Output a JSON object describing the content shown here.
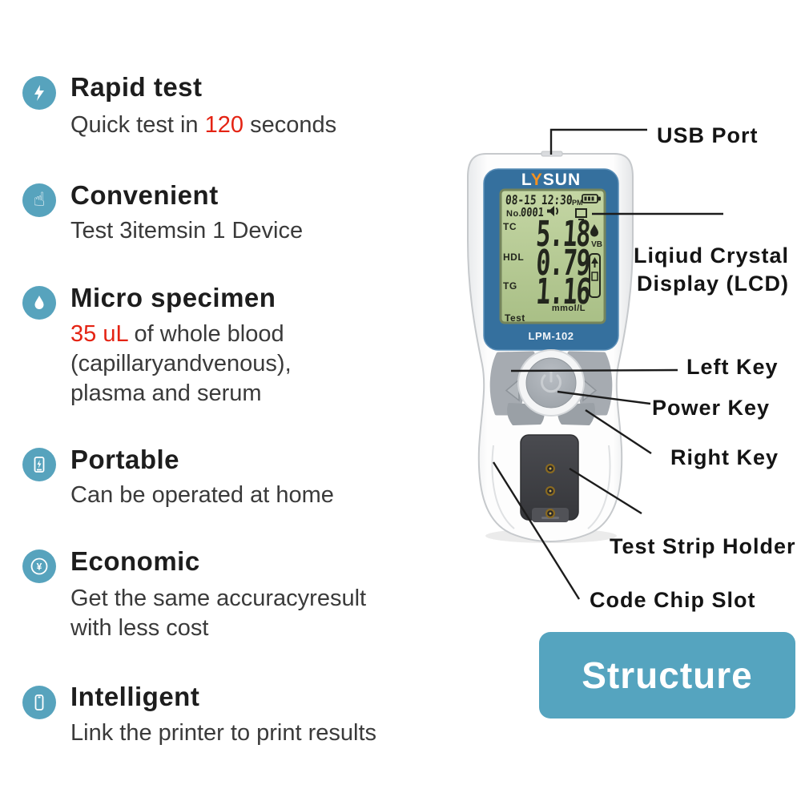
{
  "colors": {
    "accent_teal": "#55a4bf",
    "device_blue": "#35709e",
    "lcd_green": "#b9cd97",
    "highlight_red": "#e42313",
    "logo_orange": "#f59120"
  },
  "features": [
    {
      "icon": "lightning-icon",
      "title": "Rapid test",
      "line1_pre": "Quick test in ",
      "line1_red": "120",
      "line1_post": " seconds"
    },
    {
      "icon": "tap-icon",
      "title": "Convenient",
      "line1": "Test 3itemsin 1 Device"
    },
    {
      "icon": "droplet-icon",
      "title": "Micro specimen",
      "line1_red": "35 uL",
      "line1_post": " of whole blood",
      "line2": "(capillaryandvenous),",
      "line3": "plasma and serum"
    },
    {
      "icon": "meter-icon",
      "title": "Portable",
      "line1": "Can be operated at home"
    },
    {
      "icon": "coin-icon",
      "title": "Economic",
      "line1": "Get the same accuracyresult",
      "line2": "with less cost"
    },
    {
      "icon": "phone-icon",
      "title": "Intelligent",
      "line1": "Link the printer to print results"
    }
  ],
  "icon_glyphs": {
    "tap": "☝",
    "yen": "¥"
  },
  "callouts": {
    "usb": "USB Port",
    "lcd_line1": "Liqiud Crystal",
    "lcd_line2": "Display (LCD)",
    "left_key": "Left Key",
    "power_key": "Power Key",
    "right_key": "Right Key",
    "strip": "Test Strip Holder",
    "chip": "Code Chip Slot"
  },
  "device": {
    "brand_l": "L",
    "brand_y": "Y",
    "brand_sun": "SUN",
    "model": "LPM-102",
    "lcd": {
      "date": "08-15",
      "time": "12:30",
      "ampm": "PM",
      "no_label": "No.",
      "no_value": "0001",
      "rows": [
        {
          "label": "TC",
          "value": "5.18"
        },
        {
          "label": "HDL",
          "value": "0.79"
        },
        {
          "label": "TG",
          "value": "1.16"
        }
      ],
      "vb": "VB",
      "unit": "mmol/L",
      "mode": "Test"
    }
  },
  "structure_button": "Structure"
}
